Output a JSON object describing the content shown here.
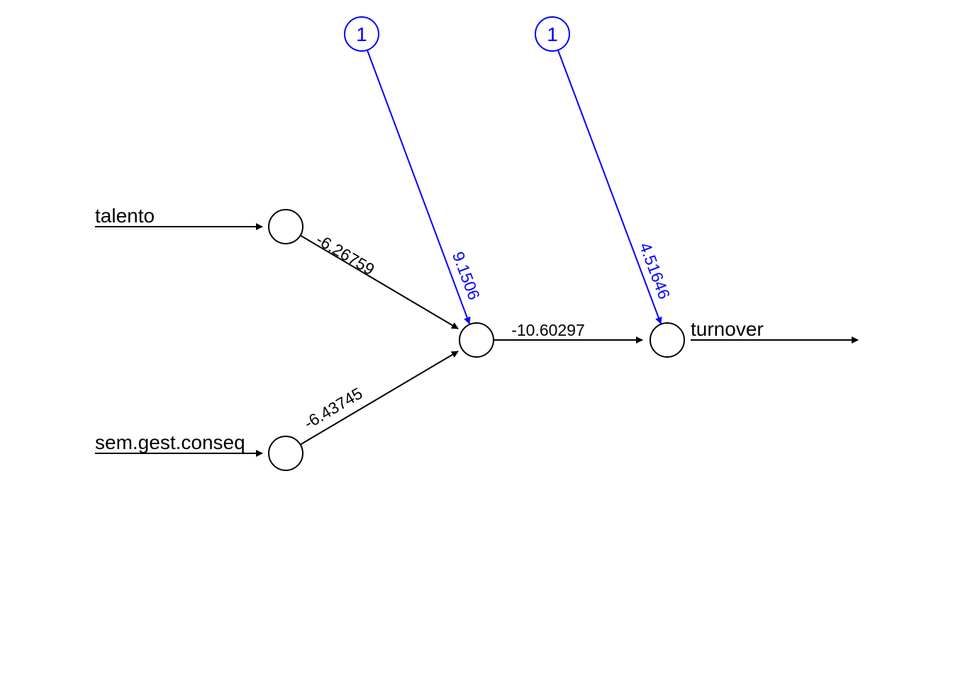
{
  "network": {
    "inputs": [
      "talento",
      "sem.gest.conseq"
    ],
    "output": "turnover",
    "bias_node_label": "1",
    "weights": {
      "talento_to_hidden": "-6.26759",
      "sem_gest_conseq_to_hidden": "-6.43745",
      "hidden_to_output": "-10.60297",
      "bias_to_hidden": "9.1506",
      "bias_to_output": "4.51646"
    }
  },
  "colors": {
    "main": "#000000",
    "bias": "#0000ff",
    "background": "#ffffff"
  }
}
